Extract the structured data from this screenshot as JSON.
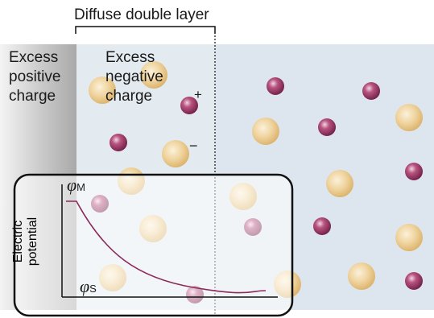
{
  "title": "Diffuse double layer",
  "electrode_label": [
    "Excess",
    "positive",
    "charge"
  ],
  "layer_label": [
    "Excess",
    "negative",
    "charge"
  ],
  "plus_sign": "+",
  "minus_sign": "−",
  "inset": {
    "y_axis_label": [
      "Electric",
      "potential"
    ],
    "phi_m": {
      "symbol": "φ",
      "subscript": "M"
    },
    "phi_s": {
      "symbol": "φ",
      "subscript": "S"
    }
  },
  "colors": {
    "solution": "#dde6ee",
    "cation": "#8c2a5c",
    "anion": "#e9c98a",
    "curve": "#8c2a5c",
    "frame": "#111111"
  },
  "icons": [
    "cation-sphere",
    "anion-sphere"
  ]
}
